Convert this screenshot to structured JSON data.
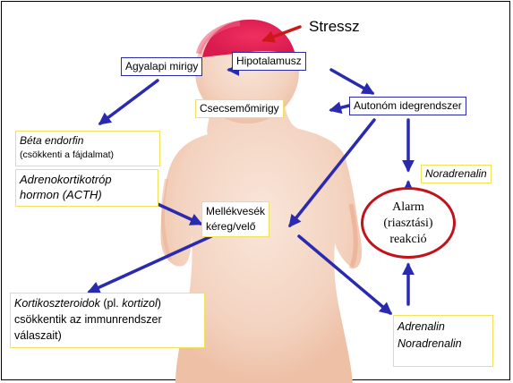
{
  "title": "Stressz",
  "colors": {
    "head": "#e8245a",
    "arrow_blue": "#2a2ab0",
    "arrow_red": "#cc1818",
    "alarm_ring": "#c0141c",
    "box_yellow": "#f2e25a",
    "box_blue": "#2a2aa8"
  },
  "nodes": {
    "agyalapi": "Agyalapi mirigy",
    "hipotalamusz": "Hipotalamusz",
    "csecsemomirigy": "Csecsemőmirigy",
    "autonom": "Autonóm idegrendszer",
    "beta_endorfin_1": "Béta endorfin",
    "beta_endorfin_2": "(csökkenti a fájdalmat)",
    "acth_1": "Adrenokortikotróp",
    "acth_2": "hormon (ACTH)",
    "mellekvese_1": "Mellékvesék",
    "mellekvese_2": "kéreg/velő",
    "noradrenalin": "Noradrenalin",
    "alarm_1": "Alarm",
    "alarm_2": "(riasztási)",
    "alarm_3": "reakció",
    "kortiko_1a": "Kortikoszteroidok",
    "kortiko_1b": " (pl. ",
    "kortiko_1c": "kortizol",
    "kortiko_1d": ")",
    "kortiko_2": "csökkentik az immunrendszer",
    "kortiko_3": "válaszait)",
    "adrenalin_1": "Adrenalin",
    "adrenalin_2": "Noradrenalin"
  }
}
